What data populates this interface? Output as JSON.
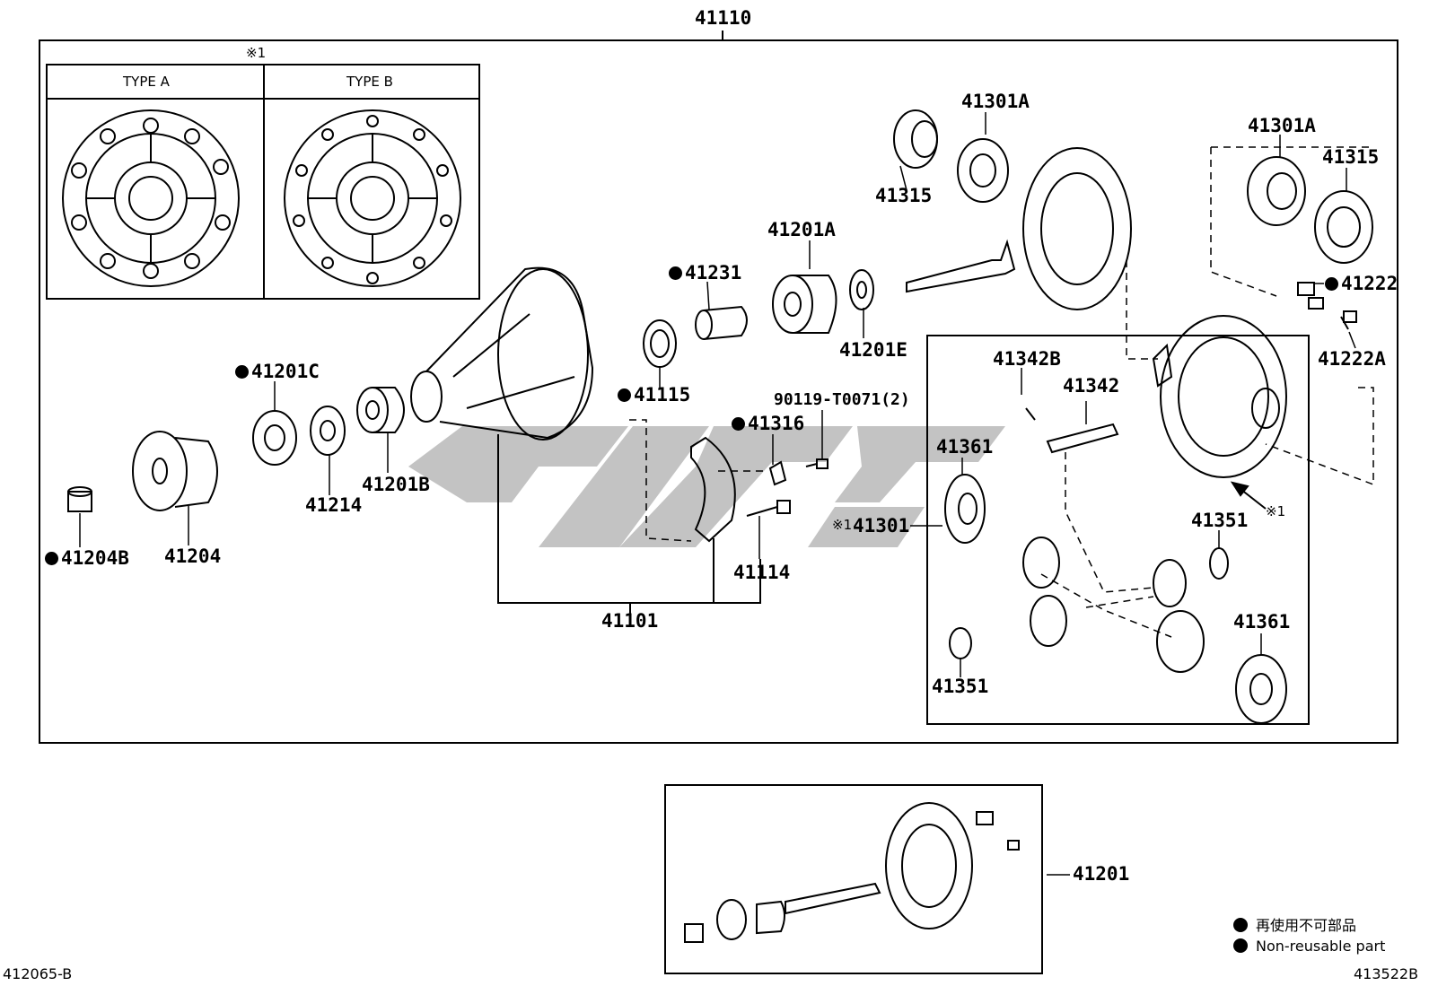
{
  "title": "41110",
  "inset": {
    "marker": "※1",
    "type_a": "TYPE A",
    "type_b": "TYPE B"
  },
  "labels": {
    "p41301A_top": "41301A",
    "p41315_top": "41315",
    "p41301A_right": "41301A",
    "p41315_right": "41315",
    "p41201A": "41201A",
    "p41231": "41231",
    "p41201E": "41201E",
    "p41222": "41222",
    "p41222A": "41222A",
    "p41342B": "41342B",
    "p41342": "41342",
    "p41201C": "41201C",
    "p41115": "41115",
    "p90119": "90119-T0071(2)",
    "p41316": "41316",
    "p41361_left": "41361",
    "p41301": "41301",
    "p41301_prefix": "※1",
    "p41351_right": "41351",
    "p41361_right": "41361",
    "p41351_left": "41351",
    "p41204B": "41204B",
    "p41204": "41204",
    "p41214": "41214",
    "p41201B": "41201B",
    "p41114": "41114",
    "p41101": "41101",
    "p41201_bottom": "41201",
    "arrow_ref": "※1"
  },
  "legend": {
    "ja": "再使用不可部品",
    "en": "Non-reusable part"
  },
  "footer": {
    "left_code": "412065-B",
    "right_code": "413522B"
  },
  "watermark_color": "#b9b9b9",
  "line_color": "#000000"
}
